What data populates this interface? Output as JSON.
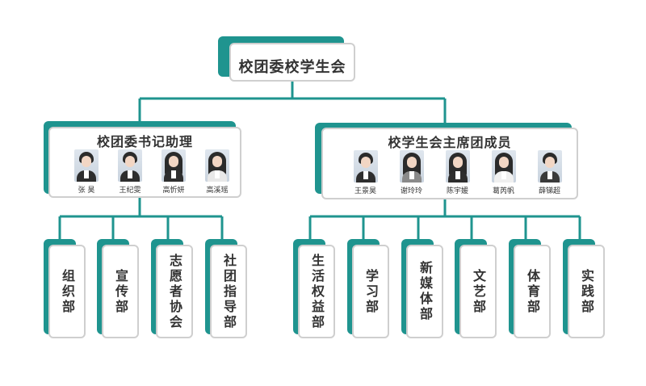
{
  "colors": {
    "accent": "#1f948f",
    "border": "#cfcfcf"
  },
  "root": {
    "title": "校团委校学生会"
  },
  "groups": [
    {
      "title": "校团委书记助理",
      "members": [
        "张  昊",
        "王纪雯",
        "高忻妍",
        "高溪瑶"
      ],
      "departments": [
        "组织部",
        "宣传部",
        "志愿者协会",
        "社团指导部"
      ]
    },
    {
      "title": "校学生会主席团成员",
      "members": [
        "王景昊",
        "谢玲玲",
        "陈宇媛",
        "葛芮帆",
        "薛锑超"
      ],
      "departments": [
        "生活权益部",
        "学习部",
        "新媒体部",
        "文艺部",
        "体育部",
        "实践部"
      ]
    }
  ]
}
